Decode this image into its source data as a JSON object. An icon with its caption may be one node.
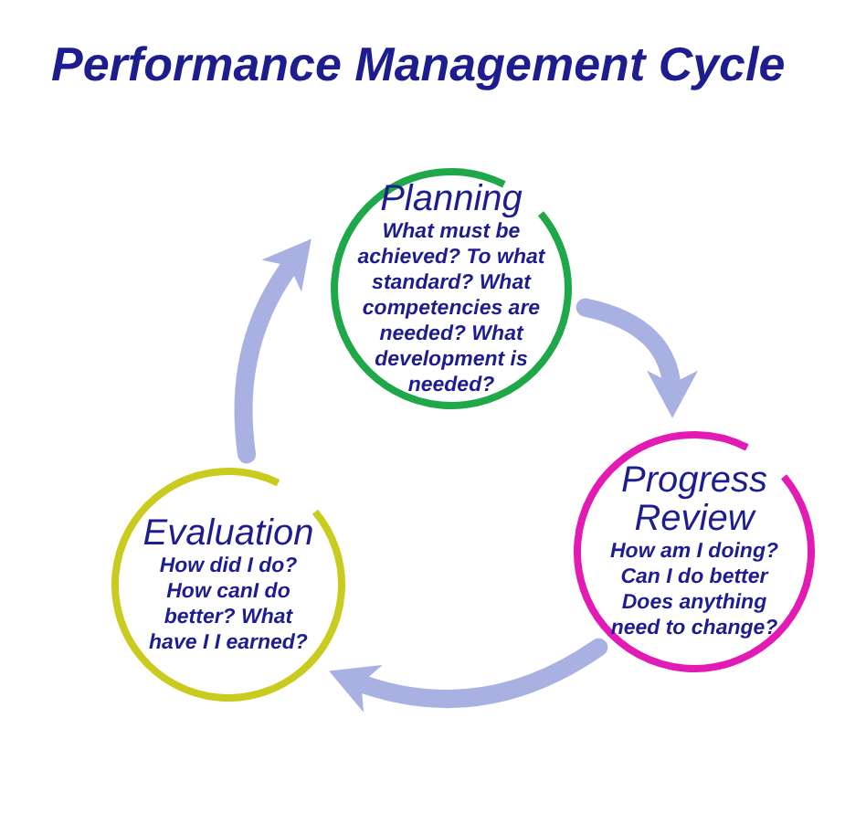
{
  "diagram": {
    "title": "Performance Management Cycle",
    "nodes": [
      {
        "text": [
          "Planning",
          "What must be achieved? To what standard? What competencies are needed? What development is needed?"
        ]
      },
      {
        "text": [
          "Progress Review",
          "How am I doing? Can I do better Does anything need to change?"
        ]
      },
      {
        "text": [
          "Evaluation",
          "How did I do? How canI do better? What have I I earned?"
        ]
      }
    ],
    "edges": [
      {
        "from": 0,
        "to": 1,
        "arrow": "to"
      },
      {
        "from": 1,
        "to": 2,
        "arrow": "to"
      },
      {
        "from": 2,
        "to": 0,
        "arrow": "to"
      }
    ]
  }
}
